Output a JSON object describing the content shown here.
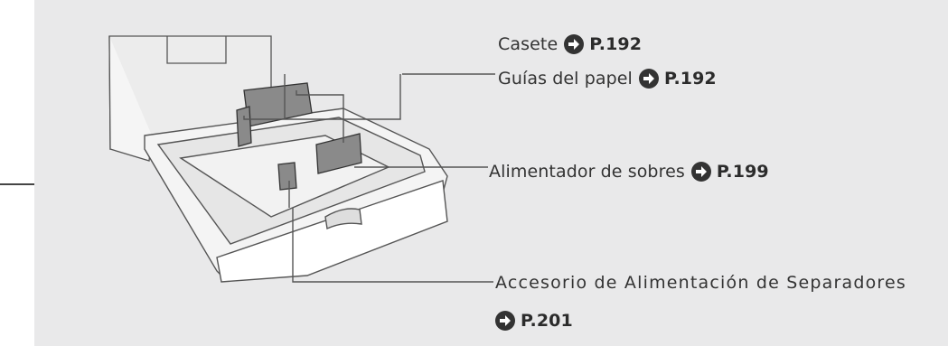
{
  "callouts": {
    "casete": {
      "text": "Casete",
      "page": "P.192"
    },
    "guias": {
      "text": "Guías del papel",
      "page": "P.192"
    },
    "alimentador": {
      "text": "Alimentador de sobres",
      "page": "P.199"
    },
    "accesorio": {
      "text": "Accesorio de Alimentación de Separadores",
      "page": "P.201"
    }
  },
  "icons": {
    "page_reference": "circle-arrow-right-icon"
  }
}
